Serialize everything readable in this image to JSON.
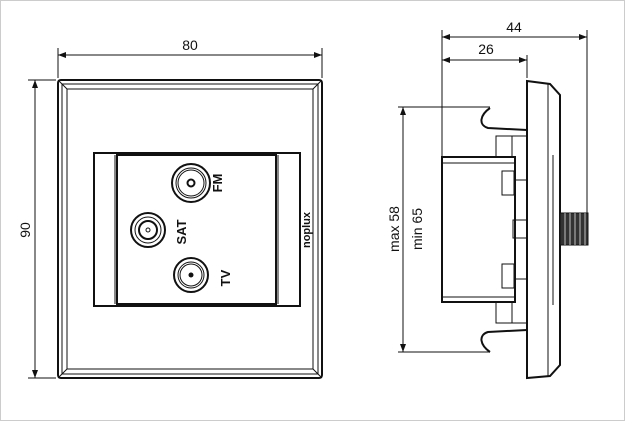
{
  "front_view": {
    "width_dim": "80",
    "height_dim": "90",
    "ports": [
      {
        "label": "FM"
      },
      {
        "label": "SAT"
      },
      {
        "label": "TV"
      }
    ],
    "brand": "noplux"
  },
  "side_view": {
    "total_depth_dim": "44",
    "body_depth_dim": "26",
    "mount_max": "max 58",
    "mount_min": "min 65"
  }
}
